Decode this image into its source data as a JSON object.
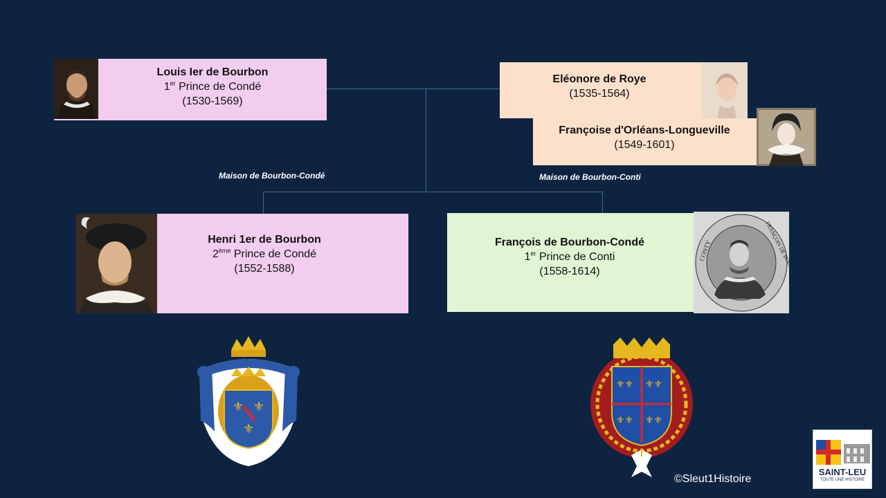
{
  "tree": {
    "louis": {
      "name": "Louis Ier de Bourbon",
      "ordinal": "1",
      "ordinal_sup": "er",
      "title": " Prince de Condé",
      "dates": "(1530-1569)"
    },
    "eleonore": {
      "name": "Eléonore de Roye",
      "dates": "(1535-1564)"
    },
    "francoise": {
      "name": "Françoise d'Orléans-Longueville",
      "dates": "(1549-1601)"
    },
    "henri": {
      "name": "Henri 1er de Bourbon",
      "ordinal": "2",
      "ordinal_sup": "ème",
      "title": " Prince de Condé",
      "dates": "(1552-1588)"
    },
    "francois": {
      "name": "François de Bourbon-Condé",
      "ordinal": "1",
      "ordinal_sup": "er",
      "title": " Prince de Conti",
      "dates": "(1558-1614)"
    }
  },
  "houses": {
    "conde": "Maison de Bourbon-Condé",
    "conti": "Maison de Bourbon-Conti"
  },
  "engraving": {
    "left": "CONTY",
    "right": "FRANÇOIS DE BOURBON PRINCE DE"
  },
  "footer": {
    "copyright": "©Sleut1Histoire"
  },
  "logo": {
    "name": "SAINT-LEU",
    "tagline": "TOUTE UNE HISTOIRE"
  },
  "colors": {
    "background": "#0e2340",
    "pink": "#f2cdef",
    "peach": "#fde0cc",
    "green": "#dff5d4",
    "connector": "#3e6a8c"
  }
}
